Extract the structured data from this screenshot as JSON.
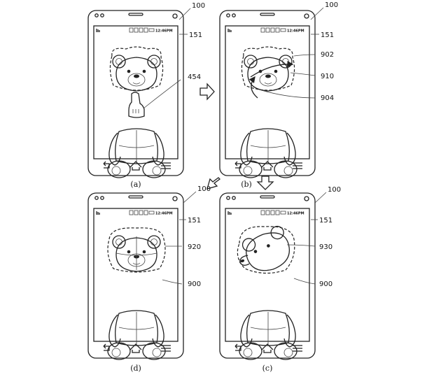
{
  "panels": [
    {
      "id": "a",
      "caption": "(a)",
      "status_time": "12:46PM",
      "labels": {
        "device": "100",
        "screen": "151",
        "pointer": "454"
      }
    },
    {
      "id": "b",
      "caption": "(b)",
      "status_time": "12:46PM",
      "labels": {
        "device": "100",
        "screen": "151",
        "rotate_arrow": "902",
        "region": "910",
        "touch_path": "904"
      }
    },
    {
      "id": "d",
      "caption": "(d)",
      "status_time": "12:46PM",
      "labels": {
        "device": "100",
        "screen": "151",
        "region": "920",
        "object": "900"
      }
    },
    {
      "id": "c",
      "caption": "(c)",
      "status_time": "12:46PM",
      "labels": {
        "device": "100",
        "screen": "151",
        "region": "930",
        "object": "900"
      }
    }
  ],
  "icons": {
    "flow_arrow_right": "arrow-right-icon",
    "flow_arrow_down": "arrow-down-icon",
    "flow_arrow_down_left": "arrow-down-left-icon",
    "nav_back": "back-icon",
    "nav_home": "home-icon",
    "nav_menu": "menu-icon"
  }
}
